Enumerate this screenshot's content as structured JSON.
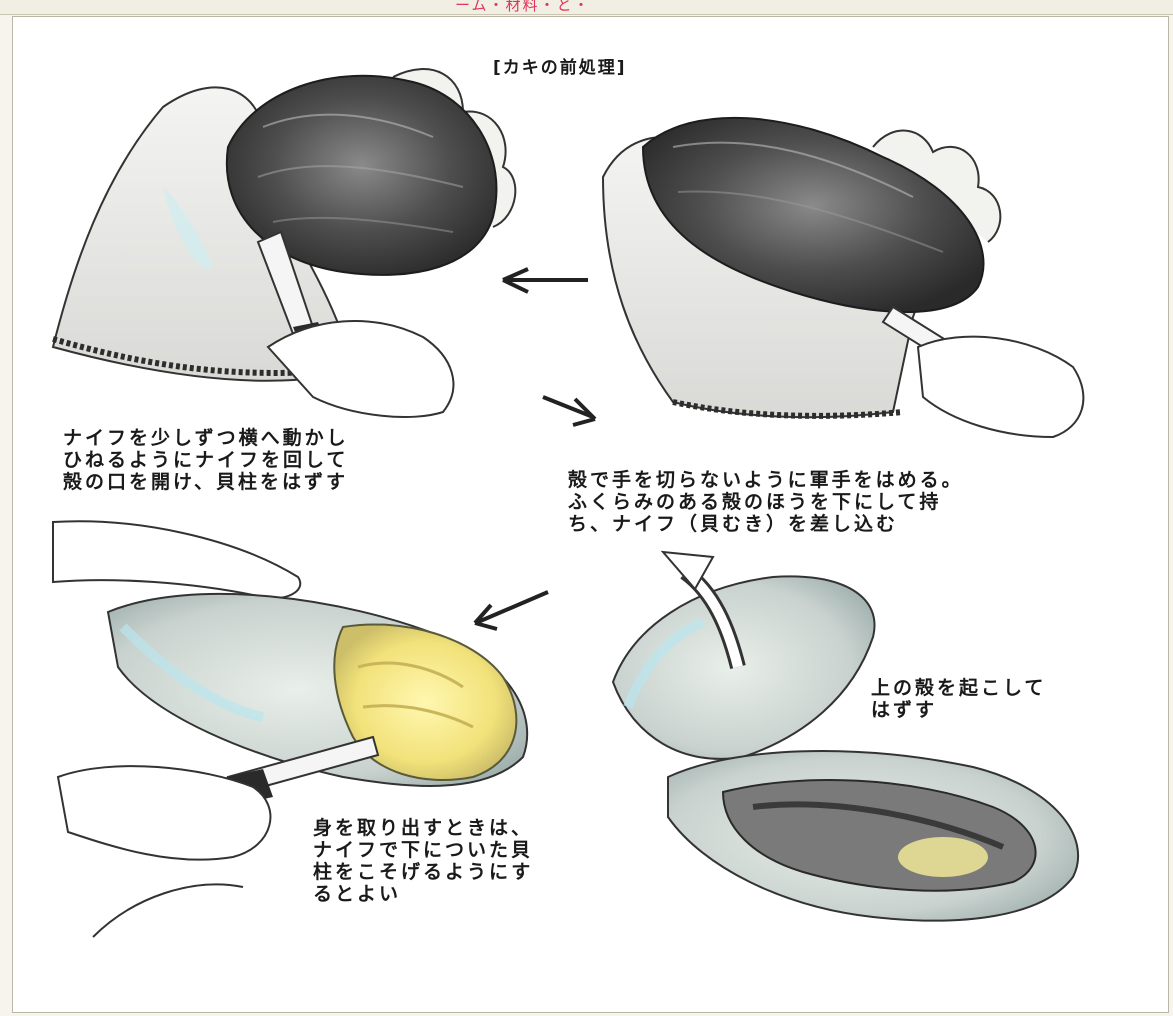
{
  "top_strip": {
    "text": "ーム・材料・と・"
  },
  "illustration": {
    "title": "[カキの前処理]",
    "steps": {
      "step1": "ナイフを少しずつ横へ動かし\nひねるようにナイフを回して\n殻の口を開け、貝柱をはずす",
      "step2": "殻で手を切らないように軍手をはめる。\nふくらみのある殻のほうを下にして持\nち、ナイフ（貝むき）を差し込む",
      "step3": "上の殻を起こして\nはずす",
      "step4": "身を取り出すときは、\nナイフで下についた貝\n柱をこそげるようにす\nるとよい"
    }
  }
}
